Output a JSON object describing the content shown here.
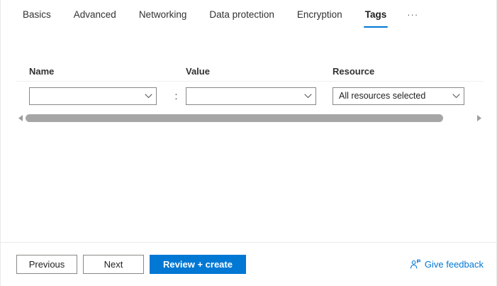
{
  "wizard": {
    "tabs": [
      {
        "label": "Basics",
        "selected": false
      },
      {
        "label": "Advanced",
        "selected": false
      },
      {
        "label": "Networking",
        "selected": false
      },
      {
        "label": "Data protection",
        "selected": false
      },
      {
        "label": "Encryption",
        "selected": false
      },
      {
        "label": "Tags",
        "selected": true
      }
    ],
    "overflow_label": "···"
  },
  "tags_grid": {
    "columns": {
      "name": "Name",
      "value": "Value",
      "resource": "Resource"
    },
    "separator": ":",
    "rows": [
      {
        "name_value": "",
        "value_value": "",
        "resource_value": "All resources selected"
      }
    ],
    "scrollbar": {
      "left_arrow": "◀",
      "right_arrow": "▶",
      "thumb_width_pct": 93
    }
  },
  "footer": {
    "previous_label": "Previous",
    "next_label": "Next",
    "review_create_label": "Review + create",
    "feedback_label": "Give feedback"
  },
  "colors": {
    "accent": "#0078d4",
    "text": "#201f1e",
    "border": "#8a8886",
    "divider": "#eaeaea",
    "scroll_thumb": "#a6a6a6"
  }
}
